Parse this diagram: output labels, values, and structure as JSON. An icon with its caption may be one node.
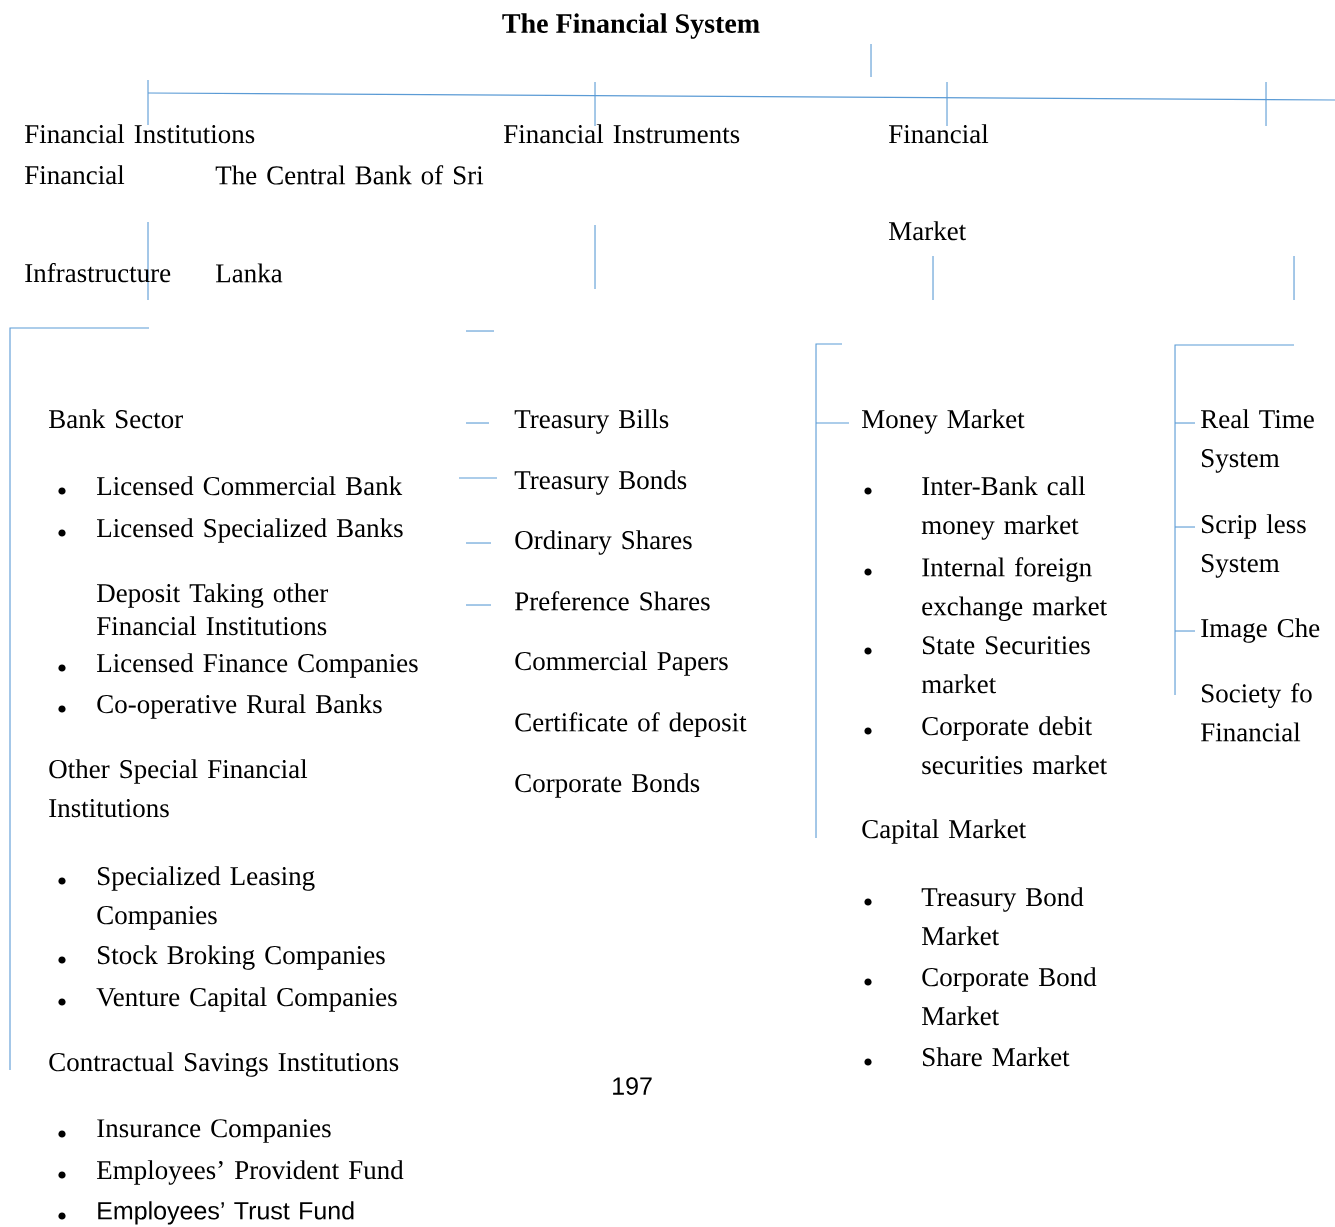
{
  "diagram": {
    "title": "The Financial System",
    "labels": [
      "Financial Institutions",
      "Financial Instruments",
      "Financial Market",
      "Financial Infrastructure",
      "The Central Bank of Sri Lanka",
      "Bank Sector",
      "Licensed Commercial Bank",
      "Licensed Specialized Banks",
      "Deposit Taking other Financial Institutions",
      "Licensed Finance Companies",
      "Co-operative Rural Banks",
      "Other Special Financial Institutions",
      "Specialized Leasing Companies",
      "Stock Broking Companies",
      "Venture Capital Companies",
      "Contractual Savings Institutions",
      "Insurance Companies",
      "Employees’ Provident Fund",
      "Employees’ Trust Fund",
      "Treasury Bills",
      "Treasury Bonds",
      "Ordinary Shares",
      "Preference Shares",
      "Commercial Papers",
      "Certificate of deposit",
      "Corporate Bonds",
      "Money Market",
      "Inter-Bank call money market",
      "Internal foreign exchange market",
      "State Securities market",
      "Corporate debit securities market",
      "Capital Market",
      "Treasury Bond Market",
      "Corporate Bond Market",
      "Share Market",
      "Real Time System",
      "Scrip less System",
      "Image Che",
      "Society fo Financial",
      "197"
    ]
  }
}
